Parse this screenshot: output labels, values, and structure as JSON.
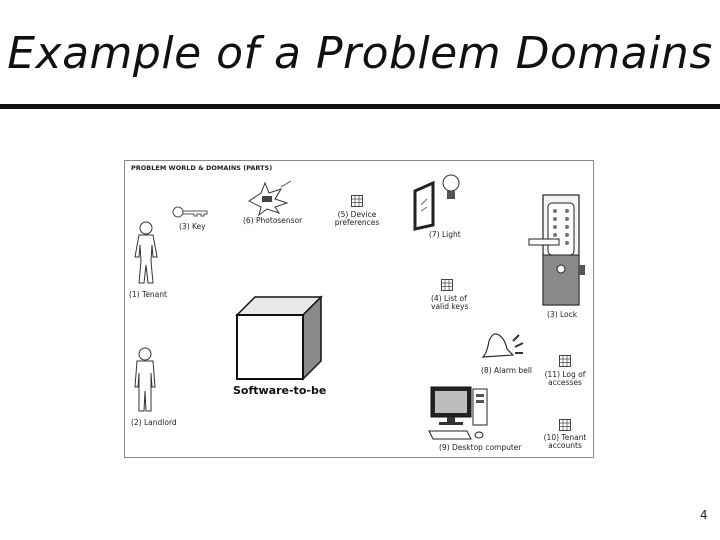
{
  "slide": {
    "title": "Example of a Problem Domains",
    "page_number": "4"
  },
  "diagram": {
    "heading": "PROBLEM WORLD & DOMAINS (PARTS)",
    "center_label": "Software-to-be",
    "parts": {
      "tenant": "(1) Tenant",
      "landlord": "(2) Landlord",
      "lock": "(3) Lock",
      "list_valid_keys_line1": "(4) List of",
      "list_valid_keys_line2": "valid keys",
      "key": "(3) Key",
      "photosensor": "(6) Photosensor",
      "device_pref_line1": "(5) Device",
      "device_pref_line2": "preferences",
      "light": "(7) Light",
      "alarm_bell": "(8) Alarm bell",
      "desktop": "(9) Desktop computer",
      "log_line1": "(11) Log of",
      "log_line2": "accesses",
      "tenant_accounts_line1": "(10) Tenant",
      "tenant_accounts_line2": "accounts"
    }
  }
}
